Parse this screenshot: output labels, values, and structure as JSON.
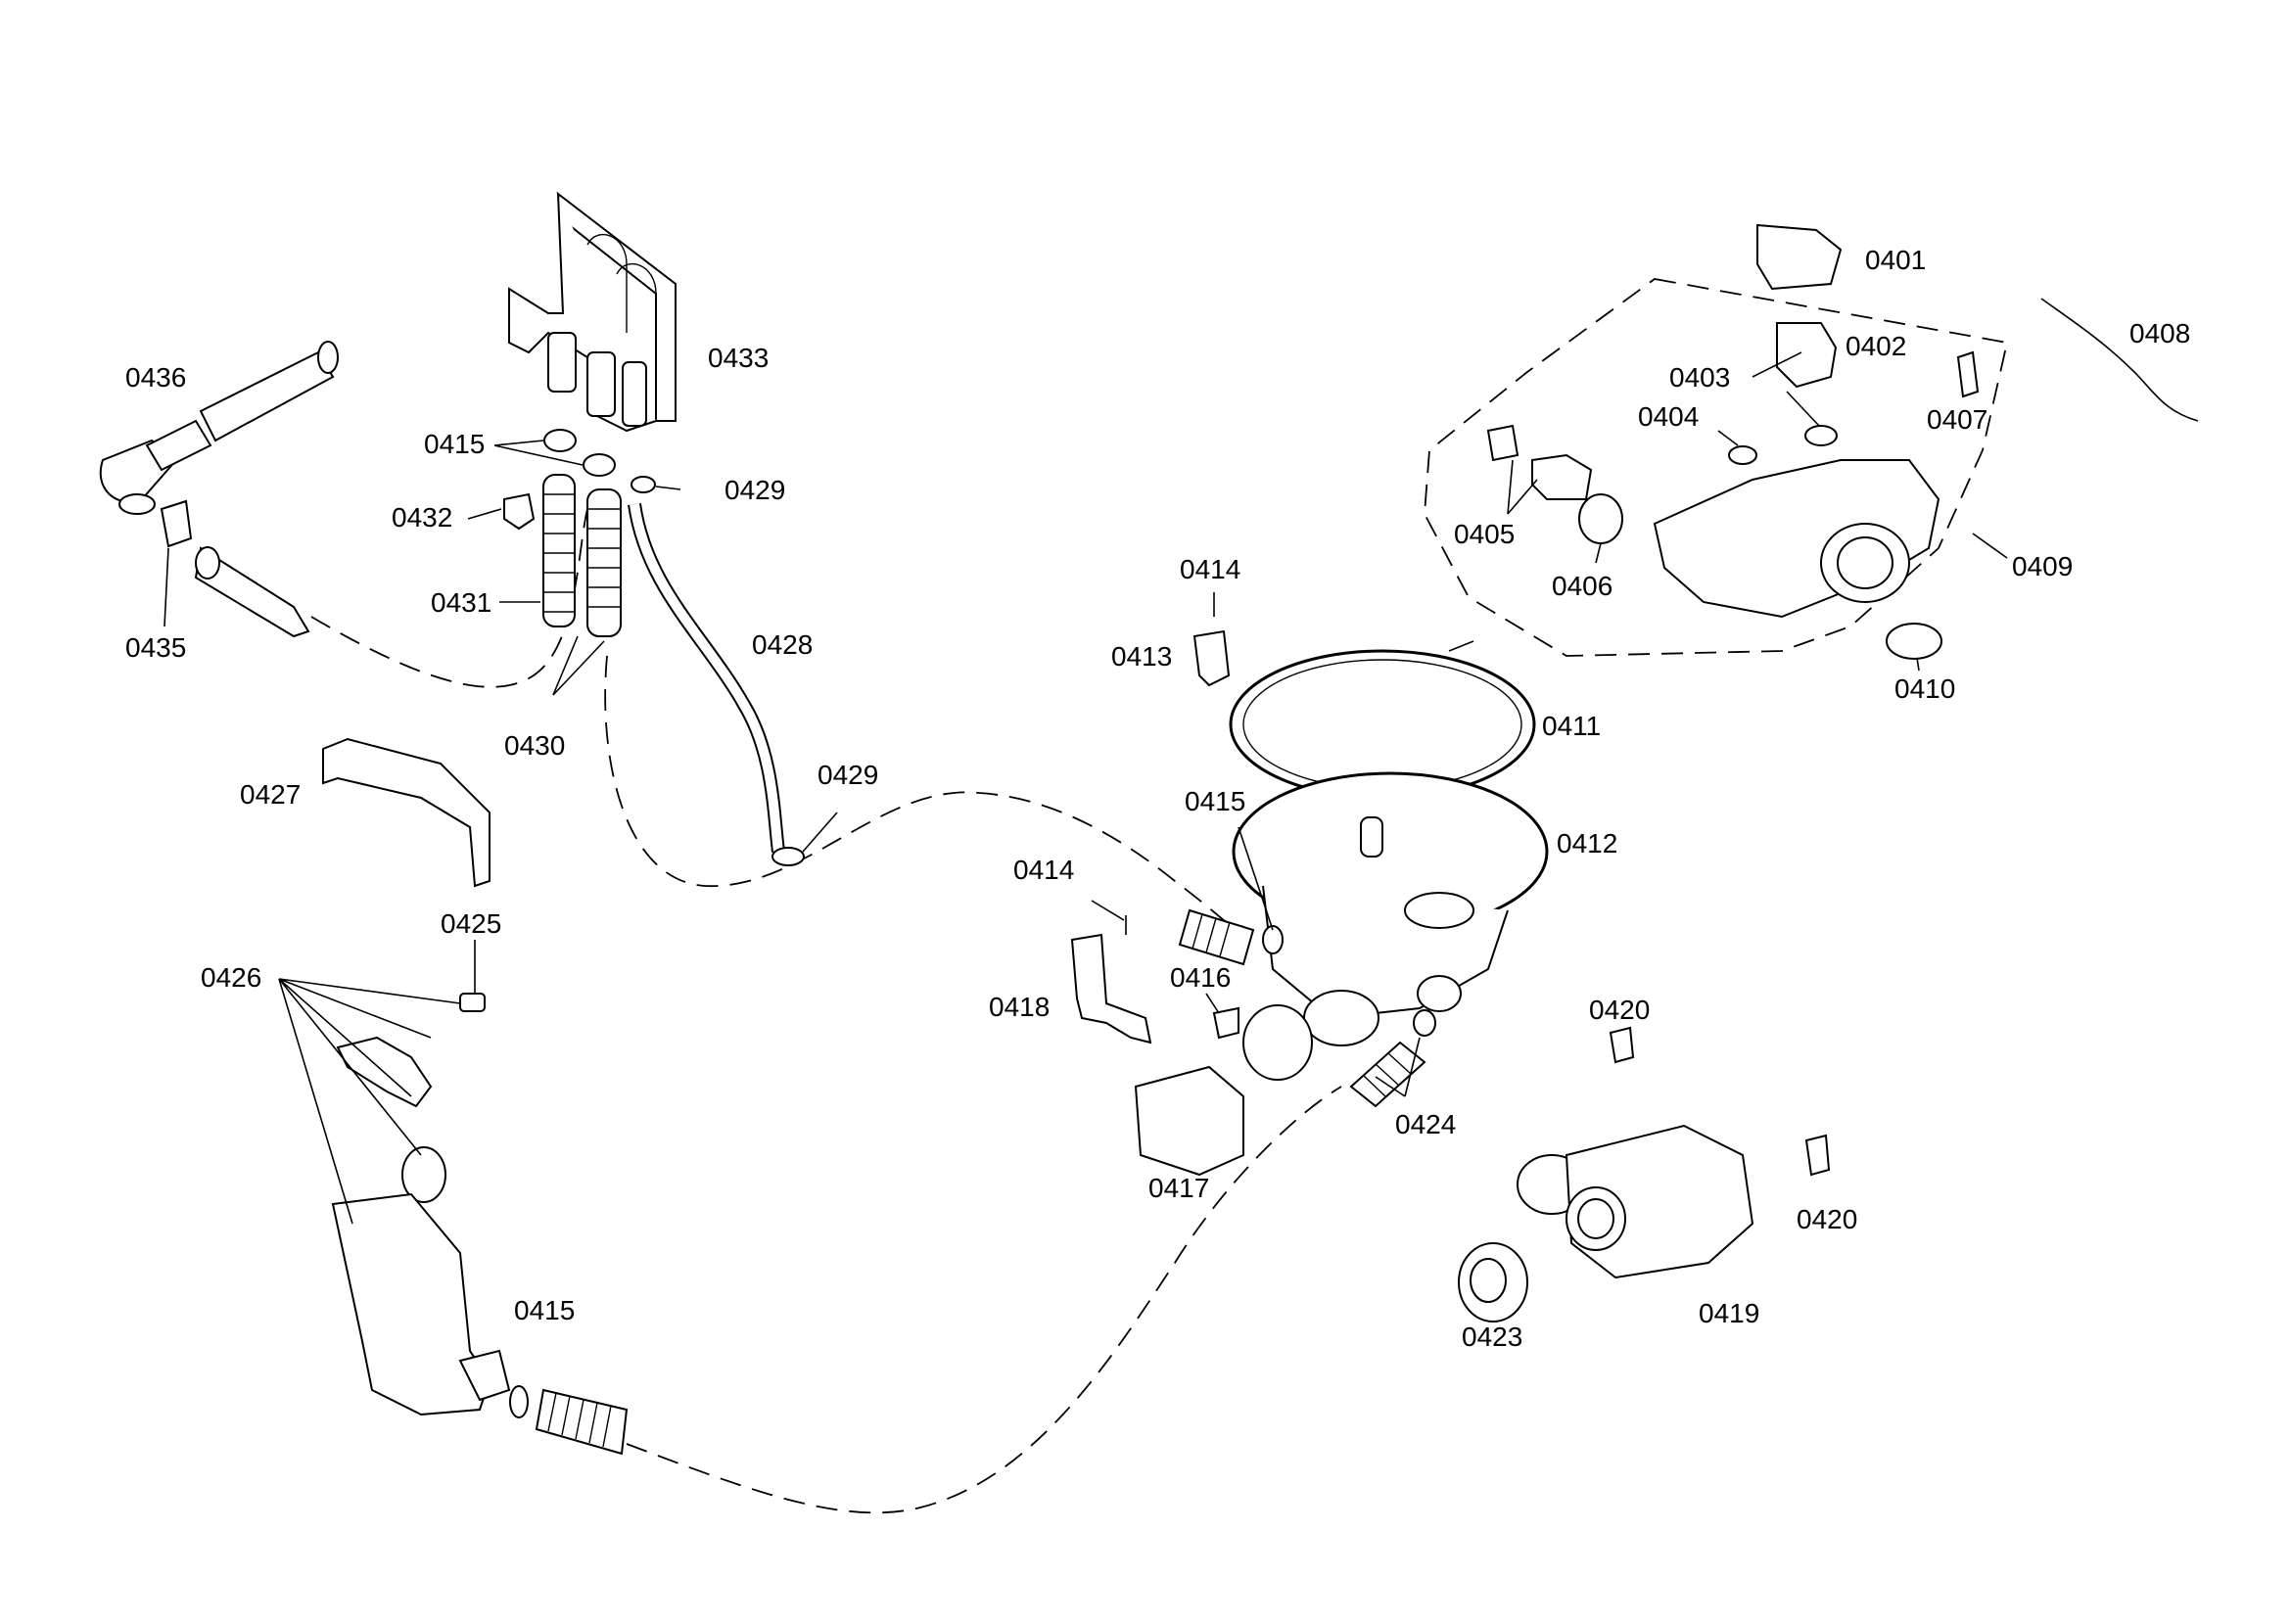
{
  "labels": {
    "p0401": "0401",
    "p0402": "0402",
    "p0403": "0403",
    "p0404": "0404",
    "p0405": "0405",
    "p0406": "0406",
    "p0407": "0407",
    "p0408": "0408",
    "p0409": "0409",
    "p0410": "0410",
    "p0411": "0411",
    "p0412": "0412",
    "p0413": "0413",
    "p0414a": "0414",
    "p0414b": "0414",
    "p0415a": "0415",
    "p0415b": "0415",
    "p0415c": "0415",
    "p0416": "0416",
    "p0417": "0417",
    "p0418": "0418",
    "p0419": "0419",
    "p0420a": "0420",
    "p0420b": "0420",
    "p0423": "0423",
    "p0424": "0424",
    "p0425": "0425",
    "p0426": "0426",
    "p0427": "0427",
    "p0428": "0428",
    "p0429a": "0429",
    "p0429b": "0429",
    "p0430": "0430",
    "p0431": "0431",
    "p0432": "0432",
    "p0433": "0433",
    "p0435": "0435",
    "p0436": "0436"
  }
}
